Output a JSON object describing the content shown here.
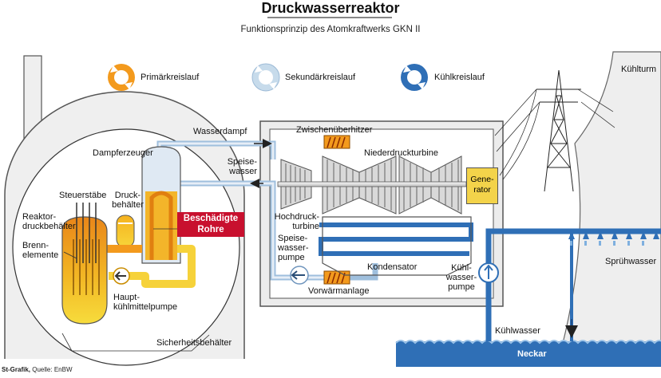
{
  "title": "Druckwasserreaktor",
  "subtitle": "Funktionsprinzip des Atomkraftwerks GKN II",
  "legend": [
    {
      "label": "Primärkreislauf",
      "color": "#f39a1d",
      "icon": "circular-arrows-icon"
    },
    {
      "label": "Sekundärkreislauf",
      "color": "#bcd4e8",
      "icon": "circular-arrows-icon"
    },
    {
      "label": "Kühlkreislauf",
      "color": "#2f6fb6",
      "icon": "circular-arrows-icon"
    }
  ],
  "labels": {
    "wasserdampf": "Wasserdampf",
    "dampferzeuger": "Dampferzeuger",
    "speisewasser": "Speise-\nwasser",
    "zwischenueberhitzer": "Zwischenüberhitzer",
    "niederdruckturbine": "Niederdruckturbine",
    "generator": "Gene-\nrator",
    "steuerstaebe": "Steuerstäbe",
    "druckbehaelter": "Druck-\nbehälter",
    "reaktordruckbehaelter": "Reaktor-\ndruckbehälter",
    "brennelemente": "Brenn-\nelemente",
    "beschaedigte_rohre": "Beschädigte\nRohre",
    "hochdruckturbine": "Hochdruck-\nturbine",
    "speisewasserpumpe": "Speise-\nwasser-\npumpe",
    "kondensator": "Kondensator",
    "vorwaermanlage": "Vorwärmanlage",
    "hauptkuehlmittelpumpe": "Haupt-\nkühlmittelpumpe",
    "kuehlwasserpumpe": "Kühl-\nwasser-\npumpe",
    "sicherheitsbehaelter": "Sicherheitsbehälter",
    "kuehlturm": "Kühlturm",
    "spruehwasser": "Sprühwasser",
    "kuehlwasser": "Kühlwasser",
    "neckar": "Neckar"
  },
  "credit": {
    "agency": "St-Grafik,",
    "source": "Quelle: EnBW"
  },
  "colors": {
    "primary": "#f39a1d",
    "primary_light": "#f6d23a",
    "secondary": "#bcd4e8",
    "cooling": "#2f6fb6",
    "building": "#ececec",
    "damage": "#c8102e",
    "river": "#2f6fb6"
  }
}
